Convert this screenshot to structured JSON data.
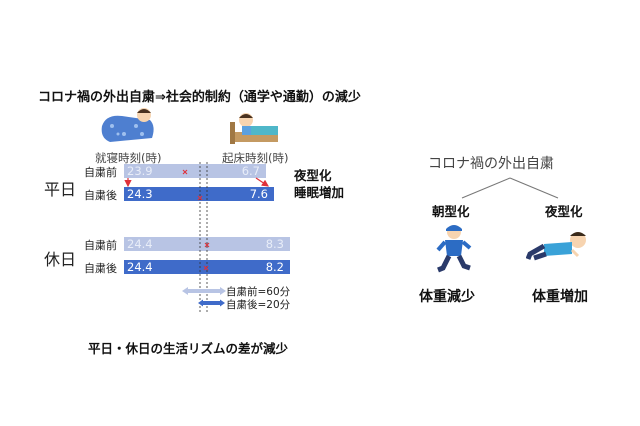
{
  "title": "コロナ禍の外出自粛⇒社会的制約（通学や通勤）の減少",
  "chart_data": {
    "type": "bar",
    "axis_labels": {
      "bedtime": "就寝時刻(時)",
      "waketime": "起床時刻(時)"
    },
    "weekday_label": "平日",
    "holiday_label": "休日",
    "rows": [
      {
        "group": "平日",
        "label": "自粛前",
        "bedtime": "23.9",
        "waketime": "6.7"
      },
      {
        "group": "平日",
        "label": "自粛後",
        "bedtime": "24.3",
        "waketime": "7.6"
      },
      {
        "group": "休日",
        "label": "自粛前",
        "bedtime": "24.4",
        "waketime": "8.3"
      },
      {
        "group": "休日",
        "label": "自粛後",
        "bedtime": "24.4",
        "waketime": "8.2"
      }
    ],
    "legend": [
      "自粛前=60分",
      "自粛後=20分"
    ],
    "annotation": [
      "夜型化",
      "睡眠増加"
    ]
  },
  "footer": "平日・休日の生活リズムの差が減少",
  "right": {
    "title": "コロナ禍の外出自粛",
    "left_type": "朝型化",
    "right_type": "夜型化",
    "left_result": "体重減少",
    "right_result": "体重増加"
  },
  "colors": {
    "before": "#b8c4e4",
    "after": "#3f6bc9",
    "marker": "#e0303a"
  },
  "icons": [
    "sleeping-person-icon",
    "waking-person-icon",
    "running-person-icon",
    "lying-person-icon"
  ]
}
